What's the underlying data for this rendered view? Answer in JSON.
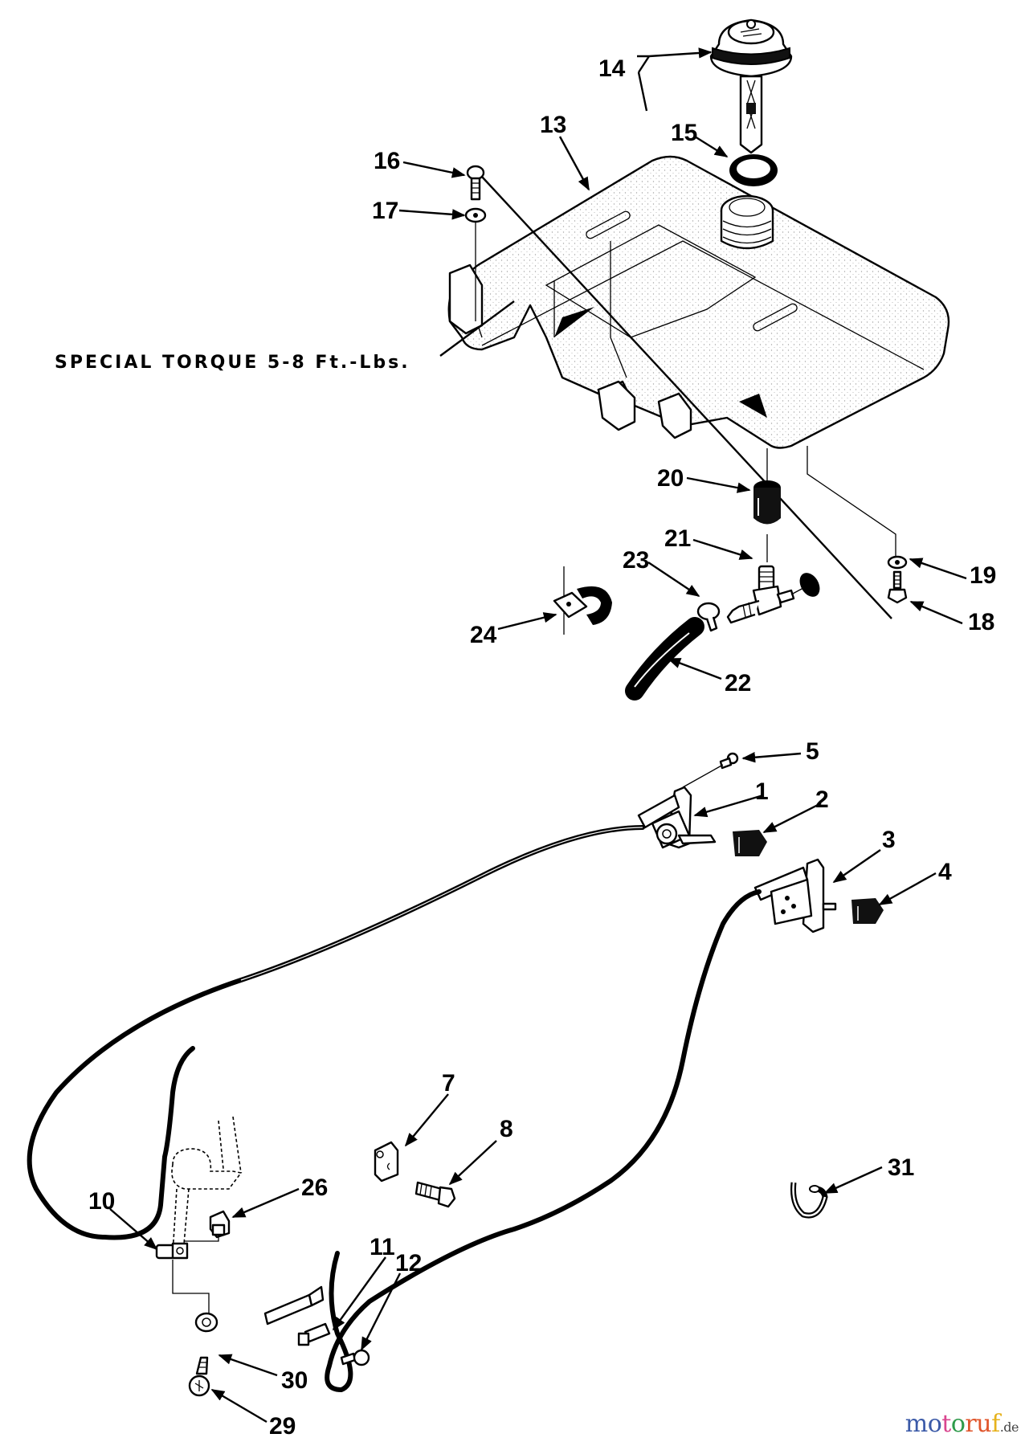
{
  "diagram": {
    "title_note": "SPECIAL TORQUE 5-8 Ft.-Lbs.",
    "callouts": {
      "c1": "1",
      "c2": "2",
      "c3": "3",
      "c4": "4",
      "c5": "5",
      "c7": "7",
      "c8": "8",
      "c10": "10",
      "c11": "11",
      "c12": "12",
      "c13": "13",
      "c14": "14",
      "c15": "15",
      "c16": "16",
      "c17": "17",
      "c18": "18",
      "c19": "19",
      "c20": "20",
      "c21": "21",
      "c22": "22",
      "c23": "23",
      "c24": "24",
      "c26": "26",
      "c29": "29",
      "c30": "30",
      "c31": "31"
    }
  },
  "watermark": {
    "letters": [
      "m",
      "o",
      "t",
      "o",
      "r",
      "u",
      "f"
    ],
    "colors": [
      "#3b5aa8",
      "#3b5aa8",
      "#d9468f",
      "#2e9a4a",
      "#e0552b",
      "#e0552b",
      "#e6b21c"
    ],
    "tld": ".de"
  }
}
